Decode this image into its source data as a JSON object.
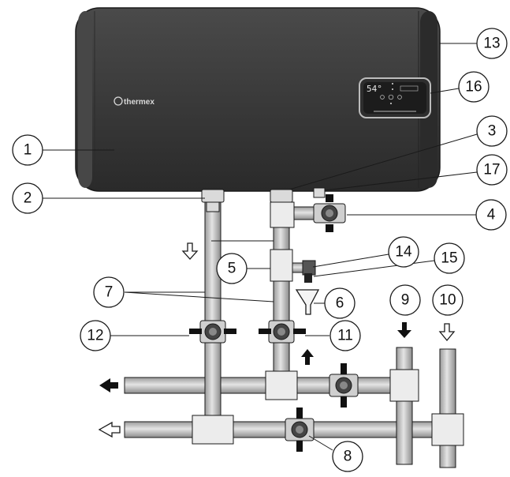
{
  "brand": {
    "name": "thermex"
  },
  "display": {
    "temperature": "54°"
  },
  "callouts": [
    {
      "label": "1"
    },
    {
      "label": "2"
    },
    {
      "label": "3"
    },
    {
      "label": "4"
    },
    {
      "label": "5"
    },
    {
      "label": "6"
    },
    {
      "label": "7"
    },
    {
      "label": "8"
    },
    {
      "label": "9"
    },
    {
      "label": "10"
    },
    {
      "label": "11"
    },
    {
      "label": "12"
    },
    {
      "label": "13"
    },
    {
      "label": "14"
    },
    {
      "label": "15"
    },
    {
      "label": "16"
    },
    {
      "label": "17"
    }
  ],
  "colors": {
    "tank": "#3a3a3a",
    "tank_edge": "#1e1e1e",
    "pipe": "#bdbdbd",
    "fitting": "#ececec",
    "outline": "#1a1a1a"
  }
}
